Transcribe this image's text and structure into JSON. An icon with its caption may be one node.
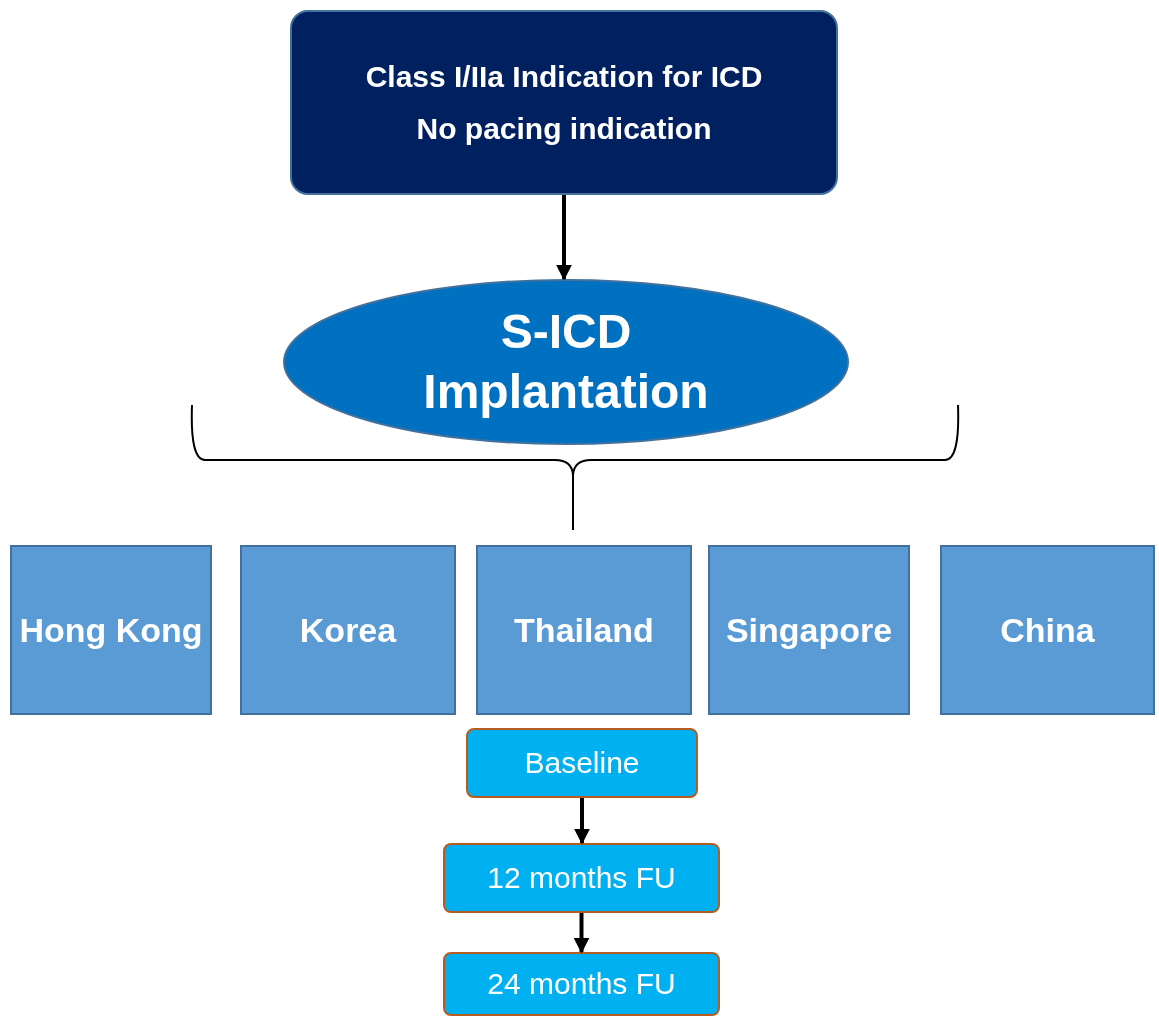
{
  "diagram": {
    "nodes": [
      {
        "text": [
          "Class I/IIa Indication for ICD",
          "No pacing indication"
        ]
      },
      {
        "text": [
          "S-ICD Implantation"
        ]
      },
      {
        "text": [
          "Hong Kong"
        ]
      },
      {
        "text": [
          "Korea"
        ]
      },
      {
        "text": [
          "Thailand"
        ]
      },
      {
        "text": [
          "Singapore"
        ]
      },
      {
        "text": [
          "China"
        ]
      },
      {
        "text": [
          "Baseline"
        ]
      },
      {
        "text": [
          "12 months FU"
        ]
      },
      {
        "text": [
          "24 months FU"
        ]
      }
    ],
    "edges": [
      {
        "from": 0,
        "to": 1,
        "arrow": "to"
      },
      {
        "from": 7,
        "to": 8,
        "arrow": "to"
      },
      {
        "from": 8,
        "to": 9,
        "arrow": "to"
      }
    ]
  }
}
